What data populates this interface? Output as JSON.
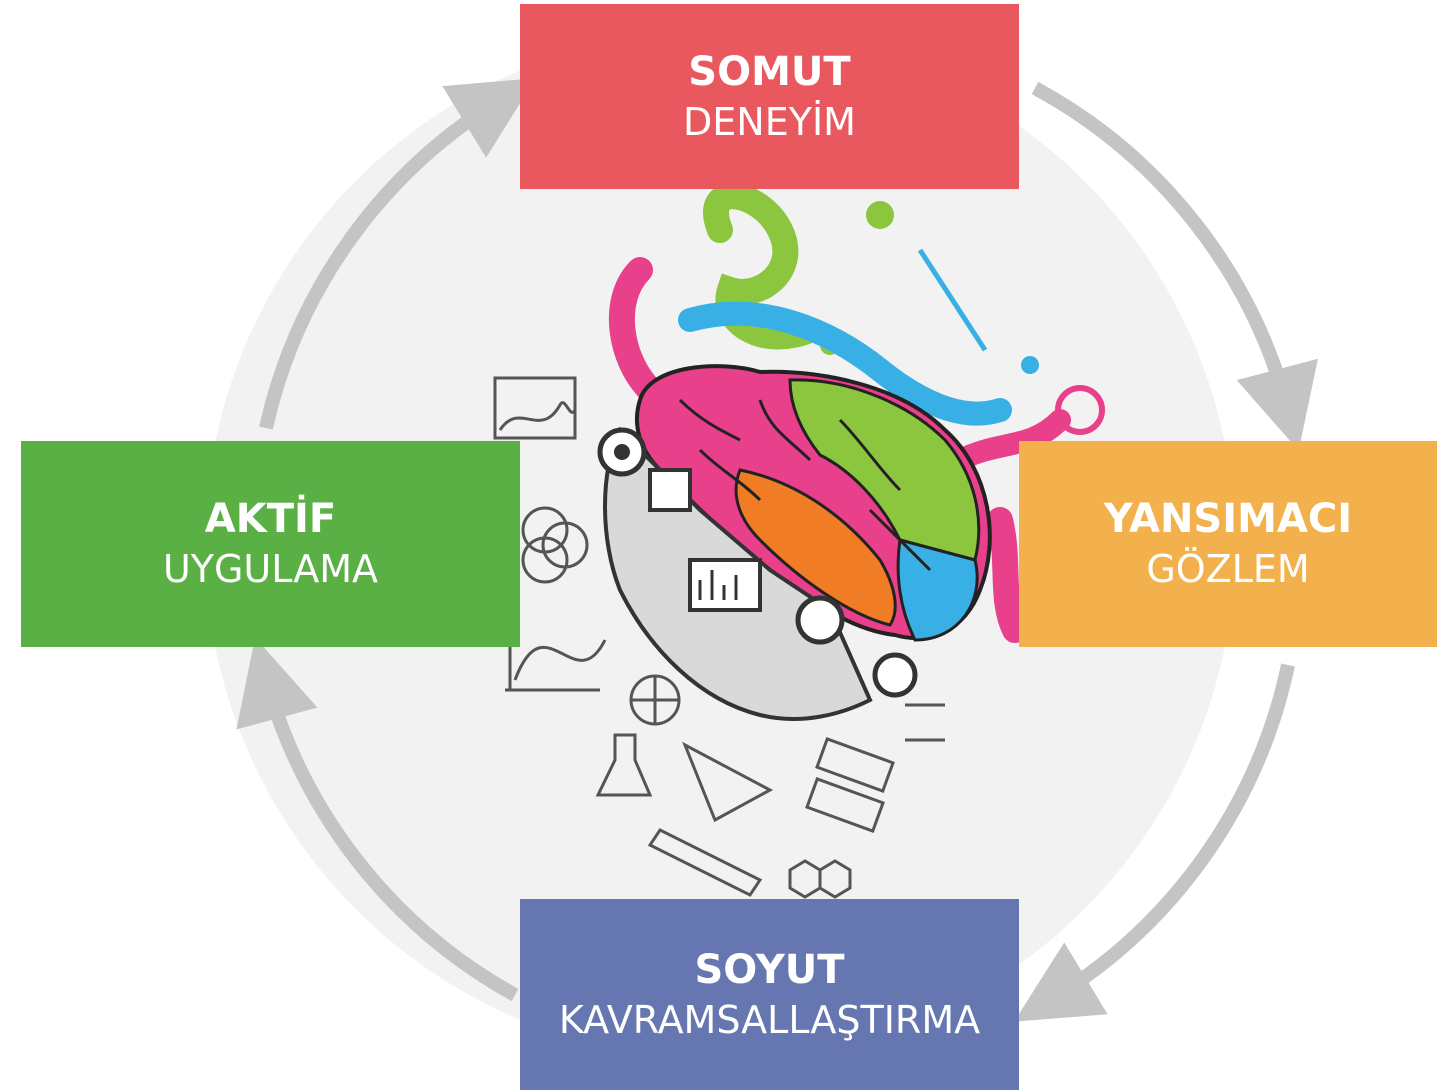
{
  "colors": {
    "background_circle": "#f2f2f2",
    "arrow": "#c4c4c4",
    "concrete": "#e9585f",
    "reflective": "#f2b14c",
    "abstract": "#6676b0",
    "active": "#5aaf45"
  },
  "center_illustration": {
    "description_icon": "brain-art-science-icon"
  },
  "stages": {
    "top": {
      "bold": "SOMUT",
      "light": "DENEYİM"
    },
    "right": {
      "bold": "YANSIMACI",
      "light": "GÖZLEM"
    },
    "bottom": {
      "bold": "SOYUT",
      "light": "KAVRAMSALLAŞTIRMA"
    },
    "left": {
      "bold": "AKTİF",
      "light": "UYGULAMA"
    }
  }
}
